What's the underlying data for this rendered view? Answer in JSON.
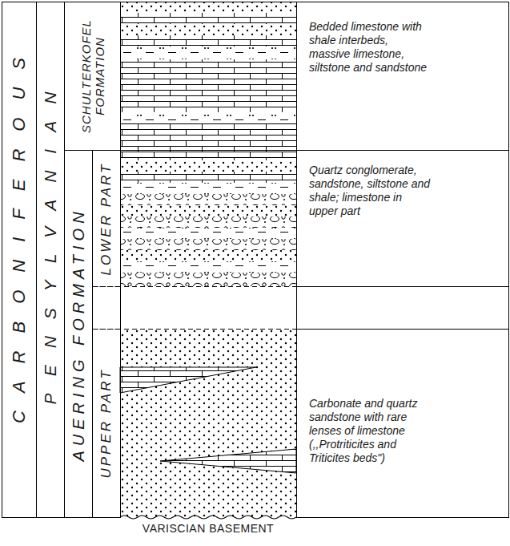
{
  "diagram": {
    "nodes": [
      {
        "text": [
          "CARBONIFEROUS"
        ]
      },
      {
        "text": [
          "PENSYLVANIAN"
        ]
      },
      {
        "text": [
          "SCHULTERKOFEL FORMATION"
        ]
      },
      {
        "text": [
          "AUERING FORMATION"
        ]
      },
      {
        "text": [
          "LOWER PART"
        ]
      },
      {
        "text": [
          "UPPER PART"
        ]
      },
      {
        "text": [
          "Bedded limestone with shale interbeds, massive limestone, siltstone and sandstone"
        ]
      },
      {
        "text": [
          "Quartz conglomerate, sandstone, siltstone and shale; limestone in upper part"
        ]
      },
      {
        "text": [
          "Carbonate and quartz sandstone with rare lenses of limestone (,,Protriticites and Triticites beds\")"
        ]
      }
    ],
    "labels": [
      "VARISCIAN BASEMENT"
    ]
  }
}
